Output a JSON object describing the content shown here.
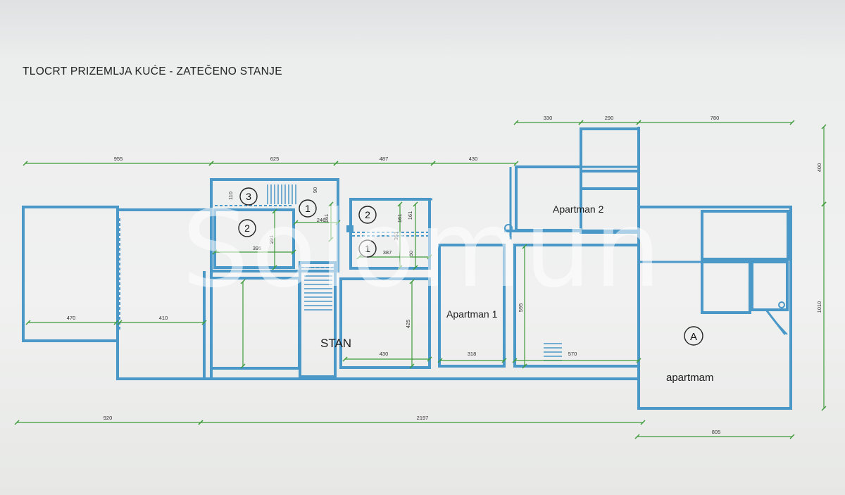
{
  "title": "TLOCRT PRIZEMLJA KUĆE - ZATEČENO STANJE",
  "watermark": "Solomun",
  "colors": {
    "wall": "#4a98c8",
    "dimension": "#3f9a3a",
    "text": "#1c1c1c"
  },
  "room_labels": {
    "stan": "STAN",
    "apartman_1": "Apartman 1",
    "apartman_2": "Apartman 2",
    "apartmam": "apartmam",
    "marker_a": "A"
  },
  "markers": [
    "1",
    "1",
    "2",
    "2",
    "3"
  ],
  "dimensions": {
    "top_row": [
      "955",
      "625",
      "487",
      "430"
    ],
    "upper_row": [
      "330",
      "290",
      "780"
    ],
    "bottom_row": [
      "920",
      "2197"
    ],
    "bottom_right": "805",
    "right_side": [
      "400",
      "1010"
    ],
    "interior": [
      "110",
      "90",
      "161",
      "246",
      "395",
      "291",
      "161",
      "351",
      "387",
      "50",
      "161",
      "470",
      "410",
      "425",
      "430",
      "318",
      "595",
      "570"
    ]
  }
}
